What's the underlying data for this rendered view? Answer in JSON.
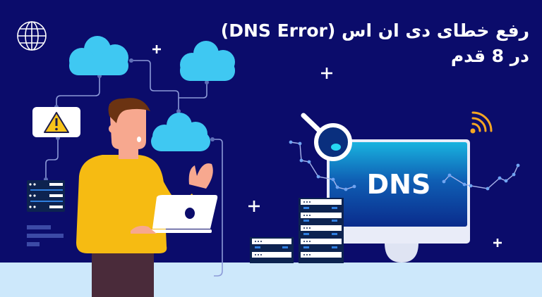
{
  "banner": {
    "title_line1": "رفع خطای دی ان اس (DNS Error)",
    "title_line2": "در 8 قدم",
    "monitor_label": "DNS"
  },
  "icons": [
    "globe-icon",
    "cloud-icon",
    "warning-icon",
    "server-rack-icon",
    "laptop-icon",
    "magnifier-icon",
    "wifi-icon",
    "plus-icon"
  ],
  "colors": {
    "background": "#0b0c6b",
    "floor": "#cde8fb",
    "cloud": "#3fc8f2",
    "sweater": "#f6bb12",
    "skin": "#f7a88f",
    "hair": "#6b3312",
    "pants": "#4a2b3a",
    "monitor_top": "#1ba9d8",
    "monitor_bottom": "#0a2f8f",
    "wifi": "#f5a623",
    "warning": "#f7c31a"
  }
}
